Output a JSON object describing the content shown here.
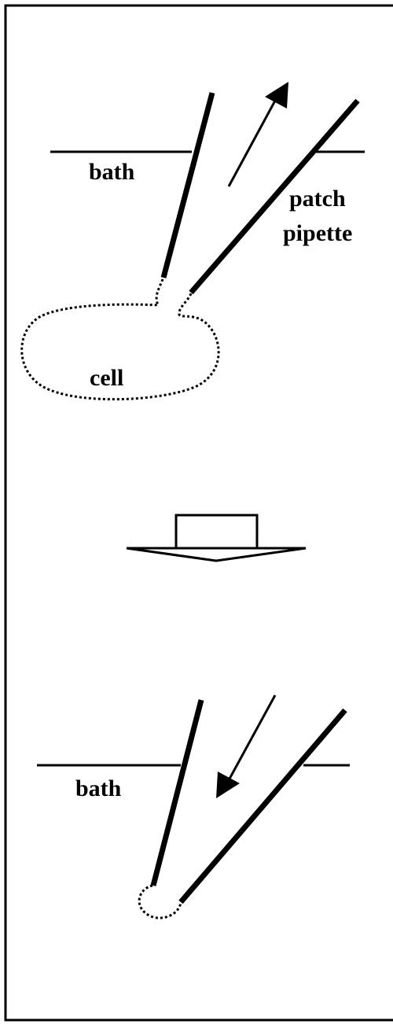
{
  "diagram": {
    "top_panel": {
      "bath_label": "bath",
      "pipette_label_line1": "patch",
      "pipette_label_line2": "pipette",
      "cell_label": "cell",
      "flow_direction": "out of pipette (upward)"
    },
    "bottom_panel": {
      "bath_label": "bath",
      "flow_direction": "into pipette (downward)"
    },
    "transition_arrow": "down",
    "colors": {
      "stroke": "#000000",
      "background": "#ffffff"
    }
  }
}
